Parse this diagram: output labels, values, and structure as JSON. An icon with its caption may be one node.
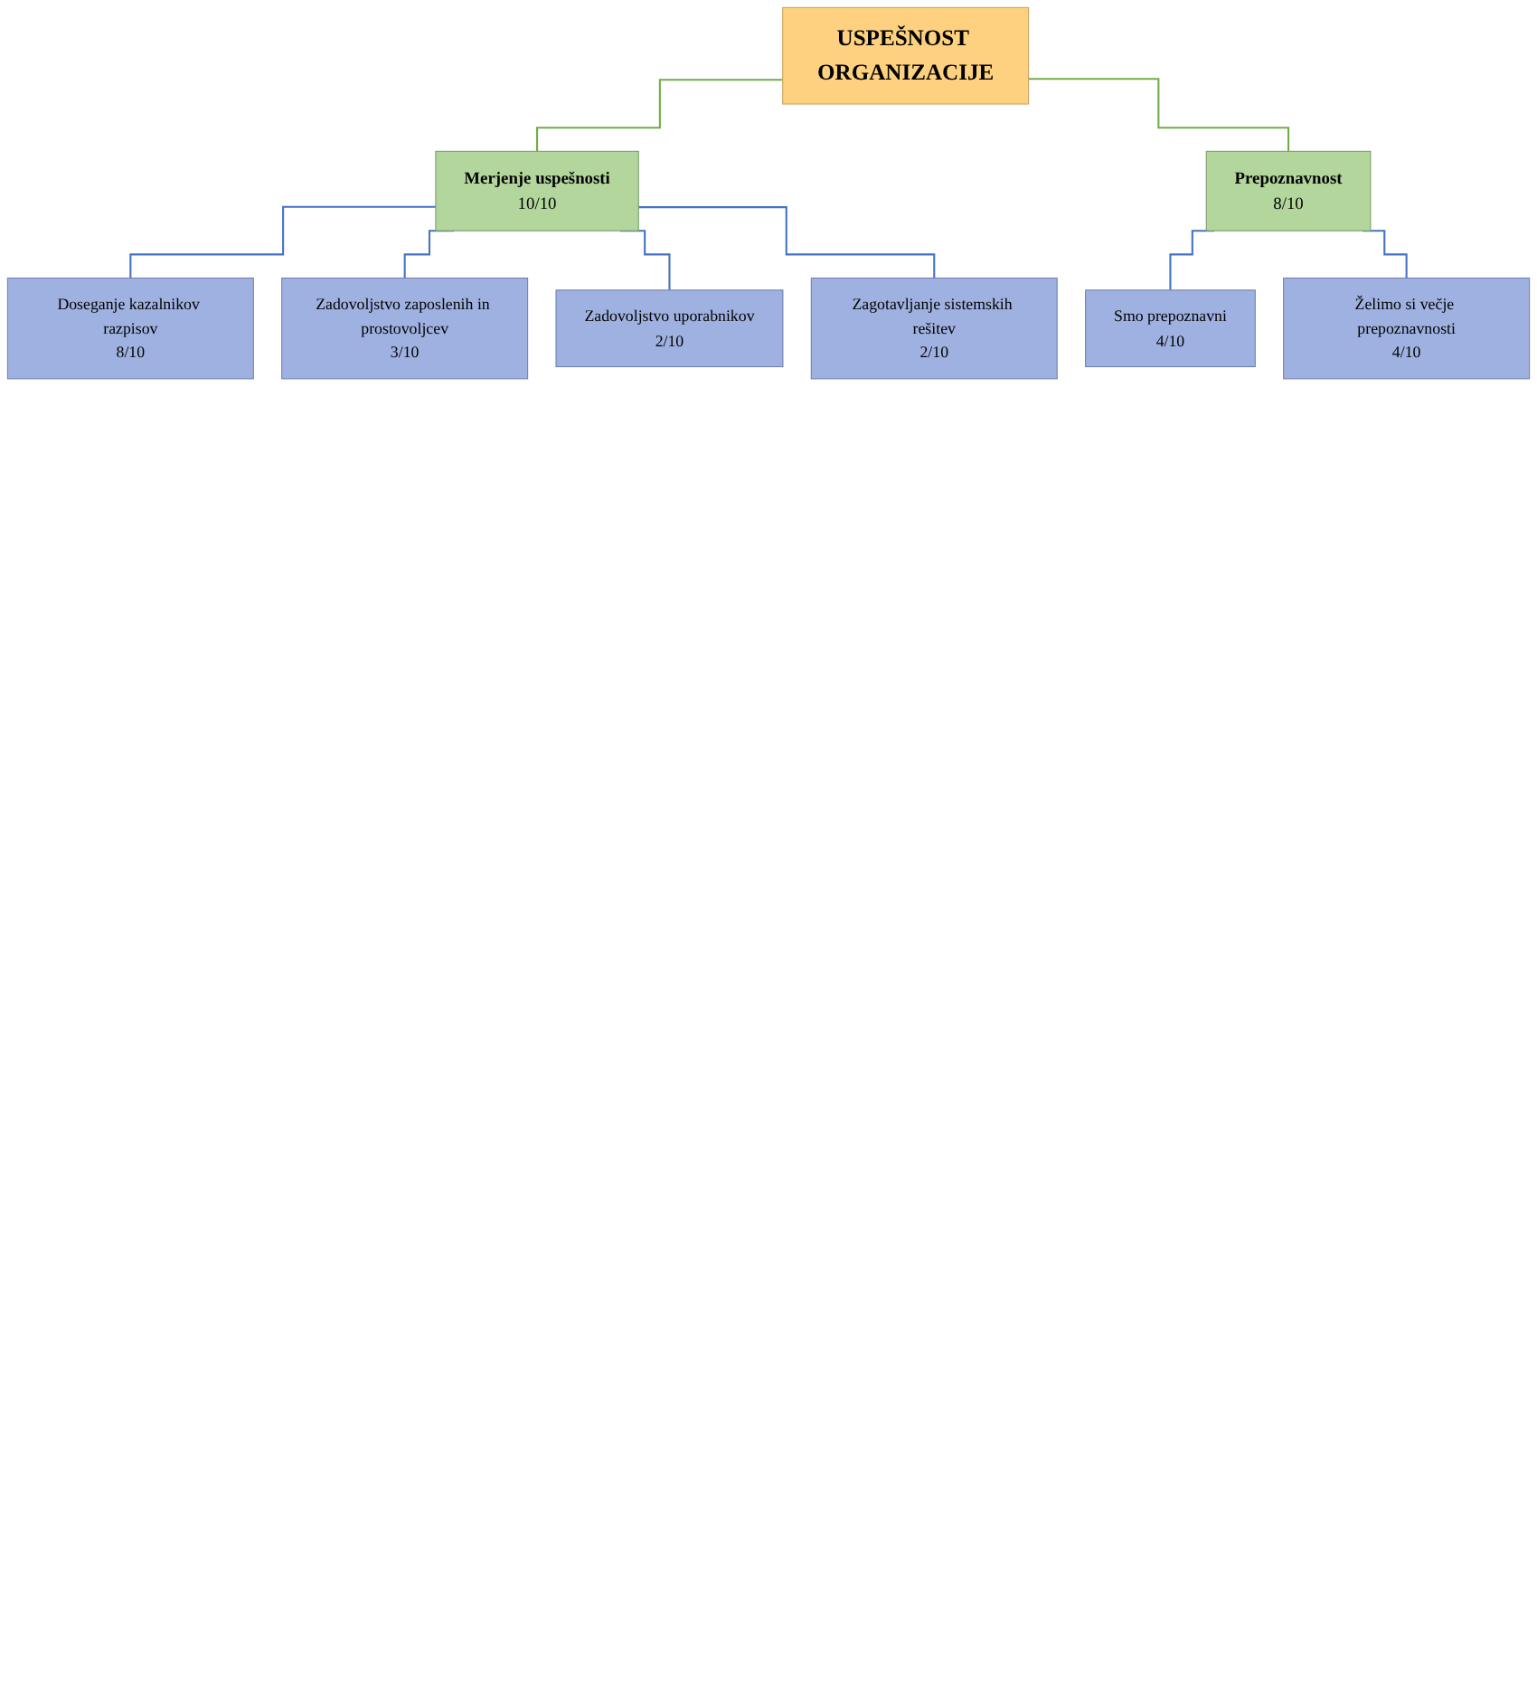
{
  "diagram": {
    "nodes": [
      {
        "text": [
          "USPEŠNOST ORGANIZACIJE"
        ]
      },
      {
        "text": [
          "Merjenje uspešnosti",
          "10/10"
        ]
      },
      {
        "text": [
          "Prepoznavnost",
          "8/10"
        ]
      },
      {
        "text": [
          "Doseganje kazalnikov razpisov",
          "8/10"
        ]
      },
      {
        "text": [
          "Zadovoljstvo zaposlenih in prostovoljcev",
          "3/10"
        ]
      },
      {
        "text": [
          "Zadovoljstvo uporabnikov",
          "2/10"
        ]
      },
      {
        "text": [
          "Zagotavljanje sistemskih rešitev",
          "2/10"
        ]
      },
      {
        "text": [
          "Smo prepoznavni",
          "4/10"
        ]
      },
      {
        "text": [
          "Želimo si večje prepoznavnosti",
          "4/10"
        ]
      }
    ],
    "edges": [
      {
        "from": 0,
        "to": 1,
        "arrow": "none",
        "color": "#70ad47"
      },
      {
        "from": 0,
        "to": 2,
        "arrow": "none",
        "color": "#70ad47"
      },
      {
        "from": 1,
        "to": 3,
        "arrow": "none"
      },
      {
        "from": 1,
        "to": 4,
        "arrow": "none"
      },
      {
        "from": 1,
        "to": 5,
        "arrow": "none"
      },
      {
        "from": 1,
        "to": 6,
        "arrow": "none"
      },
      {
        "from": 2,
        "to": 7,
        "arrow": "none"
      },
      {
        "from": 2,
        "to": 8,
        "arrow": "none"
      }
    ]
  }
}
